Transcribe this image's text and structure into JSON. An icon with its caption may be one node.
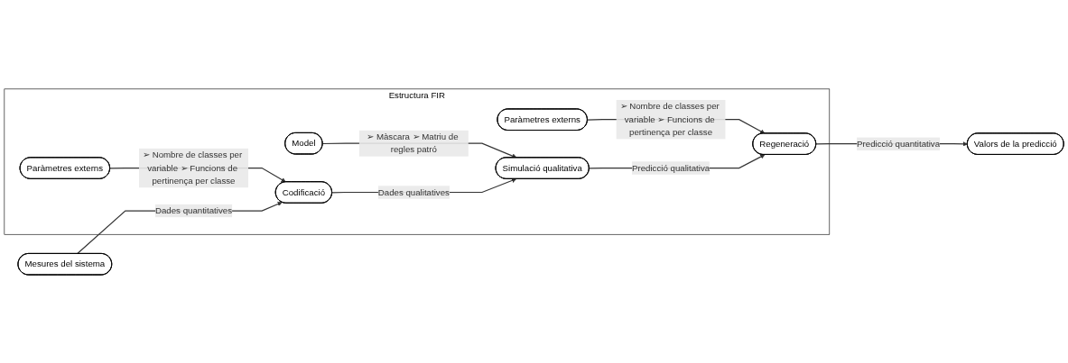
{
  "diagram": {
    "nodes": [
      {
        "text": [
          "Estructura FIR"
        ]
      },
      {
        "text": [
          "Paràmetres externs"
        ],
        "in": 0
      },
      {
        "text": [
          "Model"
        ],
        "in": 0
      },
      {
        "text": [
          "Paràmetres externs"
        ],
        "in": 0
      },
      {
        "text": [
          "Mesures del sistema"
        ]
      },
      {
        "text": [
          "Codificació"
        ],
        "in": 0
      },
      {
        "text": [
          "Simulació qualitativa"
        ],
        "in": 0
      },
      {
        "text": [
          "Regeneració"
        ],
        "in": 0
      },
      {
        "text": [
          "Valors de la predicció"
        ]
      }
    ],
    "edges": [
      {
        "from": 1,
        "to": 5,
        "arrow": "to",
        "label": "➢ Nombre de classes per variable ➢ Funcions de pertinença per classe"
      },
      {
        "from": 2,
        "to": 6,
        "arrow": "to",
        "label": "➢ Màscara ➢ Matriu de regles patró"
      },
      {
        "from": 3,
        "to": 7,
        "arrow": "to",
        "label": "➢ Nombre de classes per variable ➢ Funcions de pertinença per classe"
      },
      {
        "from": 4,
        "to": 5,
        "arrow": "to",
        "label": "Dades quantitatives"
      },
      {
        "from": 5,
        "to": 6,
        "arrow": "to",
        "label": "Dades qualitatives"
      },
      {
        "from": 6,
        "to": 7,
        "arrow": "to",
        "label": "Predicció qualitativa"
      },
      {
        "from": 7,
        "to": 8,
        "arrow": "to",
        "label": "Predicció quantitativa"
      }
    ]
  }
}
